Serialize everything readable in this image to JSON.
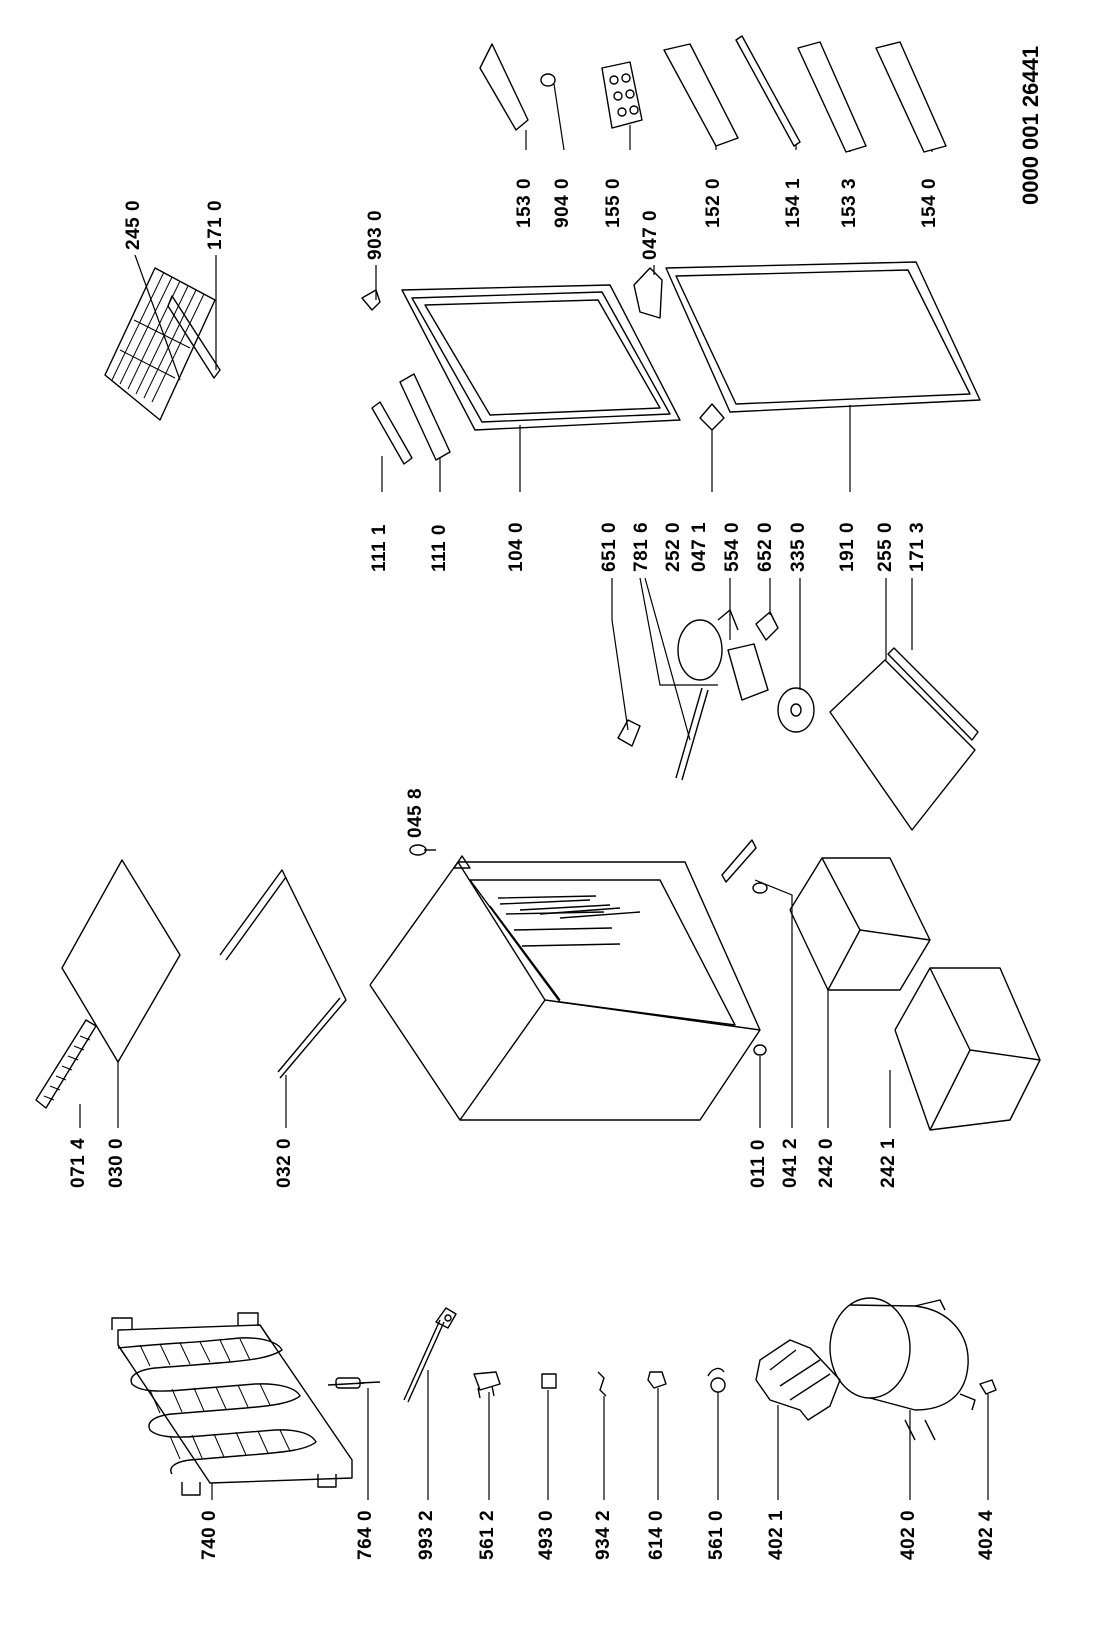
{
  "document_id": "0000 001 26441",
  "column_left": {
    "labels": [
      "740 0",
      "764 0",
      "993 2",
      "561 2",
      "493 0",
      "934 2",
      "614 0",
      "561 0",
      "402 1",
      "402 0",
      "402 4"
    ]
  },
  "column_center_left": {
    "labels": [
      "071 4",
      "030 0",
      "032 0",
      "011 0",
      "041 2",
      "242 0",
      "242 1",
      "045 8"
    ]
  },
  "column_center_right": {
    "labels": [
      "651 0",
      "781 6",
      "252 0",
      "554 0",
      "652 0",
      "335 0",
      "255 0",
      "171 3",
      "111 1",
      "111 0",
      "104 0",
      "047 1",
      "191 0",
      "245 0",
      "171 0"
    ]
  },
  "column_right": {
    "labels": [
      "903 0",
      "153 0",
      "904 0",
      "155 0",
      "047 0",
      "152 0",
      "154 1",
      "153 3",
      "154 0"
    ]
  }
}
